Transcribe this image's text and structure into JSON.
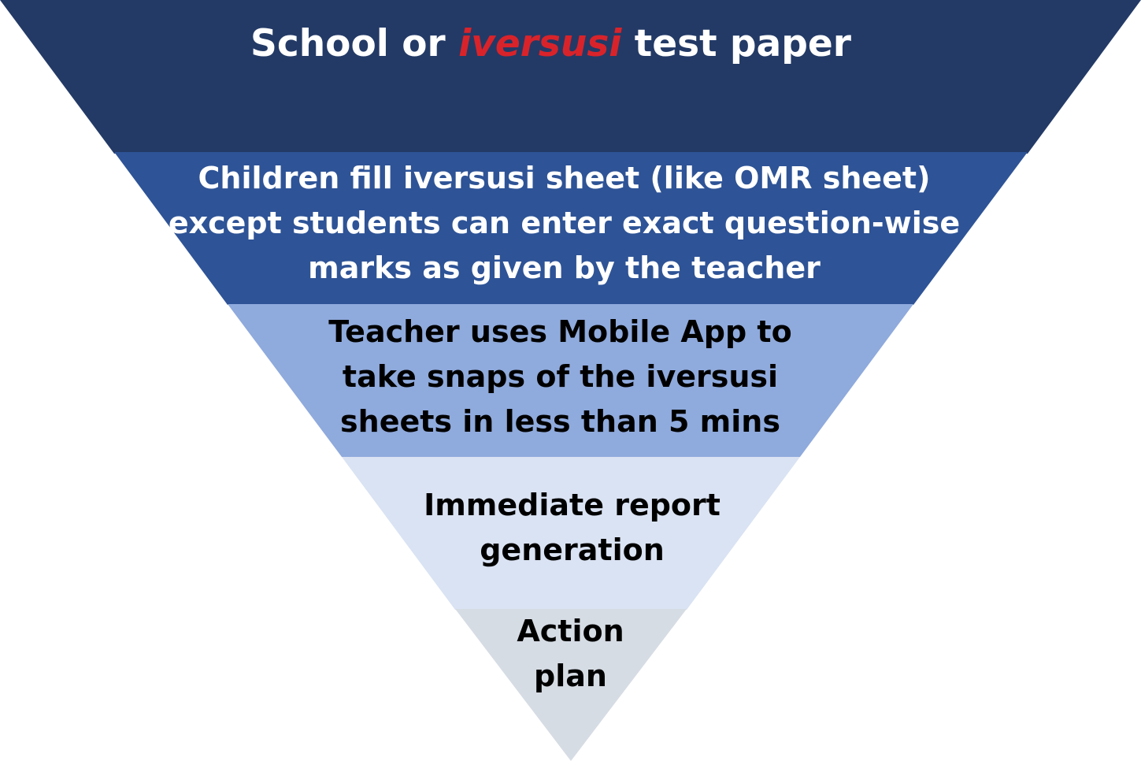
{
  "title_line": {
    "before": "School or ",
    "highlight": "iversusi",
    "after": " test paper"
  },
  "levels": [
    {
      "lines": [
        "Children fill iversusi sheet (like OMR sheet)",
        "except students can enter exact question-wise",
        "marks as given by the teacher"
      ]
    },
    {
      "lines": [
        "Teacher uses Mobile App to",
        "take snaps of the iversusi",
        "sheets in less than 5 mins"
      ]
    },
    {
      "lines": [
        "Immediate report",
        "generation"
      ]
    },
    {
      "lines": [
        "Action",
        "plan"
      ]
    }
  ],
  "colors": {
    "level_1": "#233a66",
    "level_2": "#2e5396",
    "level_3": "#8faadc",
    "level_4": "#dae3f3",
    "level_5": "#d6dce4",
    "highlight": "#d9232a"
  }
}
